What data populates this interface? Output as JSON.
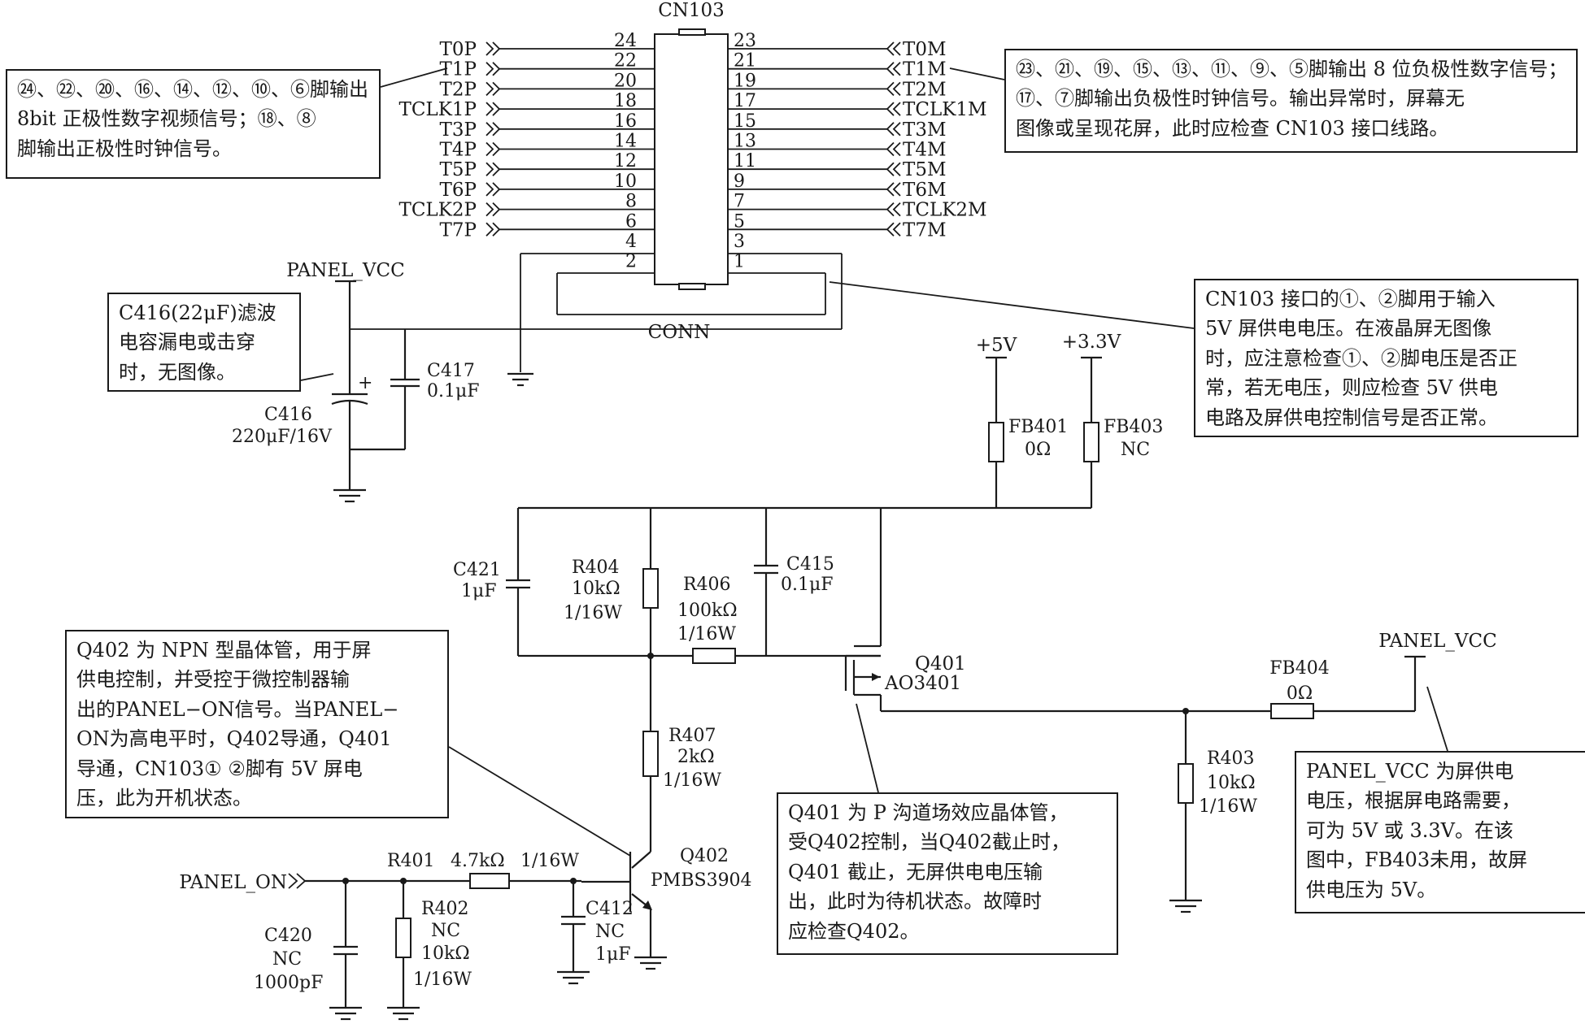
{
  "connector": {
    "ref": "CN103",
    "name": "CONN",
    "left_signals": [
      "T0P",
      "T1P",
      "T2P",
      "TCLK1P",
      "T3P",
      "T4P",
      "T5P",
      "T6P",
      "TCLK2P",
      "T7P"
    ],
    "left_pins": [
      "24",
      "22",
      "20",
      "18",
      "16",
      "14",
      "12",
      "10",
      "8",
      "6",
      "4",
      "2"
    ],
    "right_pins": [
      "23",
      "21",
      "19",
      "17",
      "15",
      "13",
      "11",
      "9",
      "7",
      "5",
      "3",
      "1"
    ],
    "right_signals": [
      "T0M",
      "T1M",
      "T2M",
      "TCLK1M",
      "T3M",
      "T4M",
      "T5M",
      "T6M",
      "TCLK2M",
      "T7M"
    ]
  },
  "nets": {
    "panel_vcc_top": "PANEL_VCC",
    "panel_vcc_out": "PANEL_VCC",
    "plus5v": "+5V",
    "plus3v3": "+3.3V",
    "panel_on": "PANEL_ON"
  },
  "components": {
    "c416": {
      "ref": "C416",
      "value": "220μF/16V",
      "polarity": "+"
    },
    "c417": {
      "ref": "C417",
      "value": "0.1μF"
    },
    "fb401": {
      "ref": "FB401",
      "value": "0Ω"
    },
    "fb403": {
      "ref": "FB403",
      "value": "NC"
    },
    "c421": {
      "ref": "C421",
      "value": "1μF"
    },
    "r404": {
      "ref": "R404",
      "value": "10kΩ",
      "power": "1/16W"
    },
    "r406": {
      "ref": "R406",
      "value": "100kΩ",
      "power": "1/16W"
    },
    "c415": {
      "ref": "C415",
      "value": "0.1μF"
    },
    "q401": {
      "ref": "Q401",
      "part": "AO3401"
    },
    "fb404": {
      "ref": "FB404",
      "value": "0Ω"
    },
    "r403": {
      "ref": "R403",
      "value": "10kΩ",
      "power": "1/16W"
    },
    "r407": {
      "ref": "R407",
      "value": "2kΩ",
      "power": "1/16W"
    },
    "q402": {
      "ref": "Q402",
      "part": "PMBS3904"
    },
    "r401": {
      "ref": "R401",
      "value": "4.7kΩ",
      "power": "1/16W"
    },
    "r402": {
      "ref": "R402",
      "value": "NC",
      "value2": "10kΩ",
      "power": "1/16W"
    },
    "c412": {
      "ref": "C412",
      "value": "NC",
      "value2": "1μF"
    },
    "c420": {
      "ref": "C420",
      "value": "NC",
      "value2": "1000pF"
    }
  },
  "notes": {
    "left_pins": [
      "㉔、㉒、⑳、⑯、⑭、⑫、⑩、⑥脚输出",
      "8bit 正极性数字视频信号；⑱、⑧",
      "脚输出正极性时钟信号。"
    ],
    "right_pins": [
      "㉓、㉑、⑲、⑮、⑬、⑪、⑨、⑤脚输出 8 位负极性数字信号；",
      "⑰、⑦脚输出负极性时钟信号。输出异常时，屏幕无",
      "图像或呈现花屏，此时应检查 CN103 接口线路。"
    ],
    "c416": [
      "C416(22μF)滤波",
      "电容漏电或击穿",
      "时，无图像。"
    ],
    "cn103_power": [
      "CN103 接口的①、②脚用于输入",
      "5V 屏供电电压。在液晶屏无图像",
      "时，应注意检查①、②脚电压是否正",
      "常，若无电压，则应检查 5V 供电",
      "电路及屏供电控制信号是否正常。"
    ],
    "q402": [
      "Q402 为 NPN 型晶体管，用于屏",
      "供电控制，并受控于微控制器输",
      "出的PANEL−ON信号。当PANEL−",
      "ON为高电平时，Q402导通，Q401",
      "导通，CN103① ②脚有 5V 屏电",
      "压，此为开机状态。"
    ],
    "q401": [
      "Q401 为 P 沟道场效应晶体管，",
      "受Q402控制，当Q402截止时，",
      "Q401 截止，无屏供电电压输",
      "出，此时为待机状态。故障时",
      "应检查Q402。"
    ],
    "panel_vcc": [
      "PANEL_VCC 为屏供电",
      "电压，根据屏电路需要，",
      "可为 5V 或 3.3V。在该",
      "图中，FB403未用，故屏",
      "供电压为 5V。"
    ]
  }
}
